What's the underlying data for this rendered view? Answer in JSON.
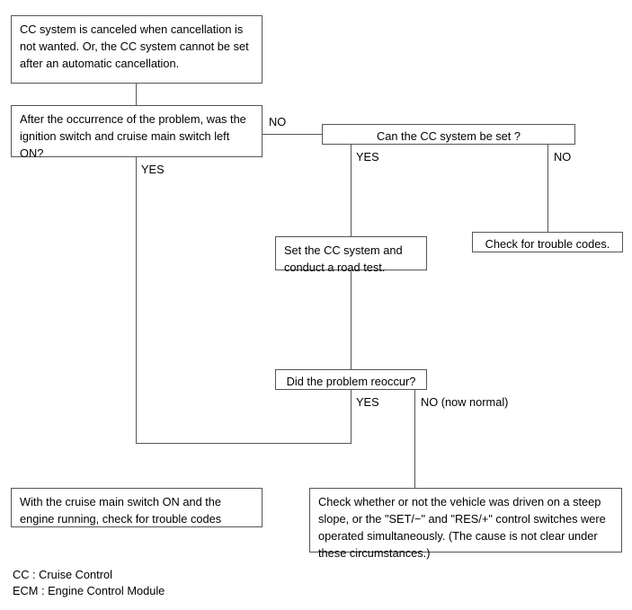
{
  "diagram": {
    "title": "Cruise Control diagnostic flowchart",
    "line_color": "#555555",
    "text_color": "#000000",
    "background": "#ffffff",
    "nodes": {
      "symptom": "CC system is canceled when cancellation is not wanted.\nOr, the CC system cannot be set after an automatic cancellation.",
      "question_ignition": "After the occurrence of the problem, was the ignition switch and cruise main switch left ON?",
      "question_can_set": "Can the CC system be set ?",
      "action_set_and_road_test": "Set the CC system and conduct a road test.",
      "action_check_codes": "Check for trouble codes.",
      "question_reoccur": "Did the problem reoccur?",
      "action_main_switch_on": "With the cruise main switch ON and the engine running, check for trouble codes",
      "action_steep_slope": "Check whether or not the vehicle was driven on a steep slope, or the \"SET/−\" and \"RES/+\" control switches were operated simultaneously. (The cause is not clear under these circumstances.)"
    },
    "branch_labels": {
      "ignition_no": "NO",
      "ignition_yes": "YES",
      "can_set_yes": "YES",
      "can_set_no": "NO",
      "reoccur_yes": "YES",
      "reoccur_no": "NO (now normal)"
    },
    "legend": {
      "cc": "CC : Cruise Control",
      "ecm": "ECM : Engine Control Module"
    }
  }
}
